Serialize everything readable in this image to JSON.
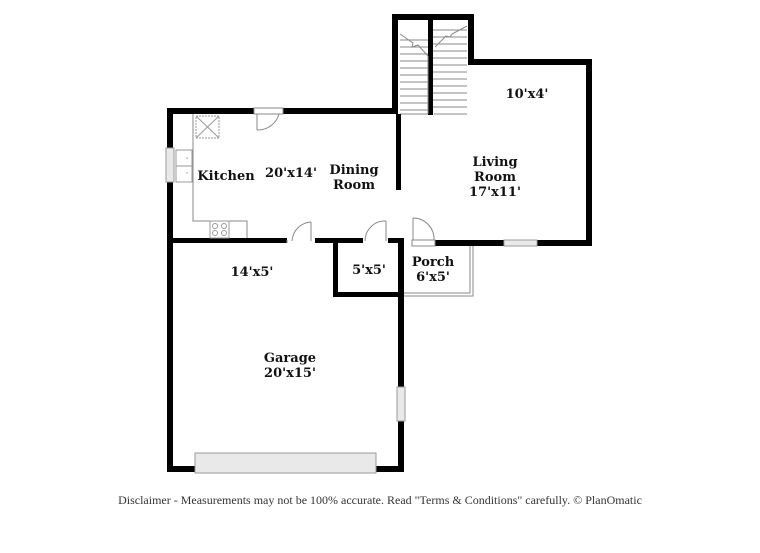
{
  "rooms": {
    "stair_landing": {
      "dims": "10'x4'"
    },
    "kitchen": {
      "name": "Kitchen"
    },
    "kitchen_dining": {
      "dims": "20'x14'"
    },
    "dining": {
      "name_line1": "Dining",
      "name_line2": "Room"
    },
    "living": {
      "name_line1": "Living",
      "name_line2": "Room",
      "dims": "17'x11'"
    },
    "laundry": {
      "dims": "14'x5'"
    },
    "closet": {
      "dims": "5'x5'"
    },
    "porch": {
      "name": "Porch",
      "dims": "6'x5'"
    },
    "garage": {
      "name": "Garage",
      "dims": "20'x15'"
    }
  },
  "footer": {
    "disclaimer": "Disclaimer - Measurements may not be 100% accurate. Read \"Terms & Conditions\" carefully. © PlanOmatic"
  },
  "colors": {
    "wall": "#000000",
    "fixture": "#8a8a8a",
    "background": "#ffffff"
  }
}
